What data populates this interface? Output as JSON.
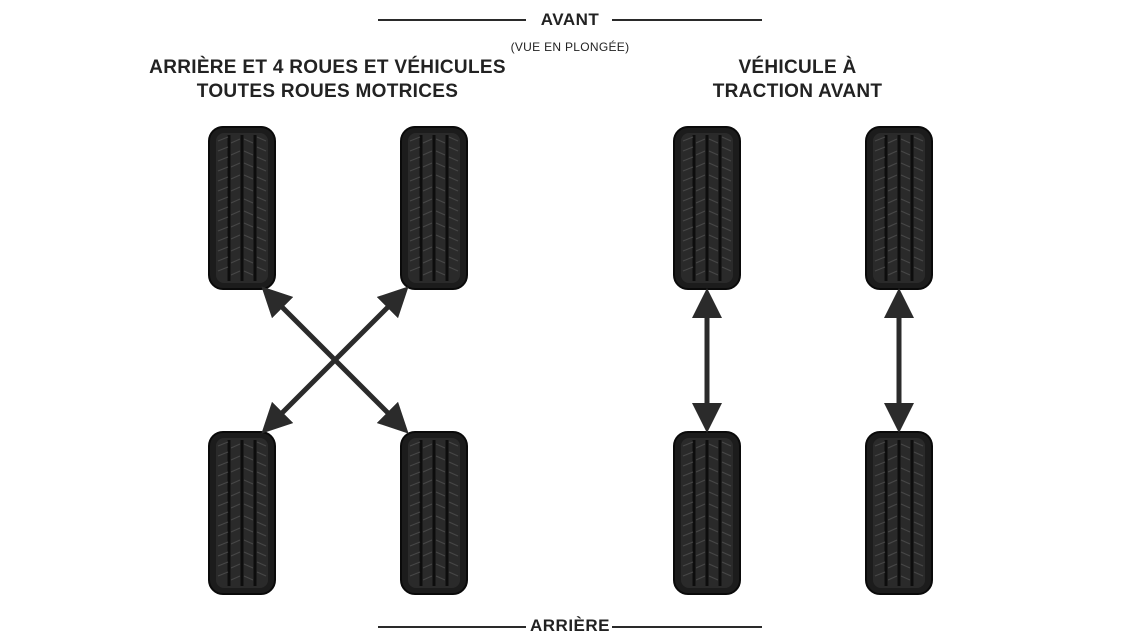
{
  "labels": {
    "front": "AVANT",
    "view": "(VUE EN PLONGÉE)",
    "rear": "ARRIÈRE"
  },
  "left_section": {
    "title_line1": "ARRIÈRE ET 4 ROUES ET VÉHICULES",
    "title_line2": "TOUTES ROUES MOTRICES",
    "pattern": "cross"
  },
  "right_section": {
    "title_line1": "VÉHICULE À",
    "title_line2": "TRACTION AVANT",
    "pattern": "straight"
  },
  "colors": {
    "tire": "#1c1c1c",
    "tread": "#3a3a3a",
    "arrow": "#2b2b2b",
    "line": "#2a2a2a"
  },
  "icons": [
    "tire-icon",
    "double-arrow-icon"
  ]
}
